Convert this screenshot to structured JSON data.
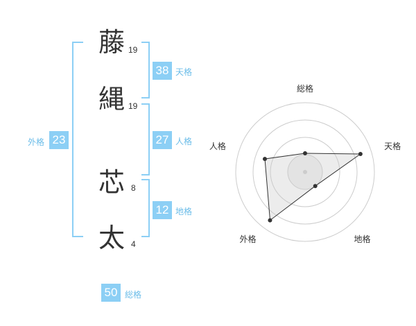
{
  "kanji": [
    {
      "char": "藤",
      "strokes": "19"
    },
    {
      "char": "縄",
      "strokes": "19"
    },
    {
      "char": "芯",
      "strokes": "8"
    },
    {
      "char": "太",
      "strokes": "4"
    }
  ],
  "kaku": {
    "tenkaku": {
      "label": "天格",
      "value": "38"
    },
    "jinkaku": {
      "label": "人格",
      "value": "27"
    },
    "chikaku": {
      "label": "地格",
      "value": "12"
    },
    "gaikaku": {
      "label": "外格",
      "value": "23"
    },
    "soukaku": {
      "label": "総格",
      "value": "50"
    }
  },
  "colors": {
    "accent": "#8ccff5",
    "label": "#6cbde9",
    "text": "#333333"
  },
  "chart_data": {
    "type": "radar",
    "axes": [
      "総格",
      "天格",
      "地格",
      "外格",
      "人格"
    ],
    "values": [
      0.27,
      0.84,
      0.25,
      0.86,
      0.61
    ],
    "rings": 4,
    "range": [
      0,
      1
    ]
  }
}
